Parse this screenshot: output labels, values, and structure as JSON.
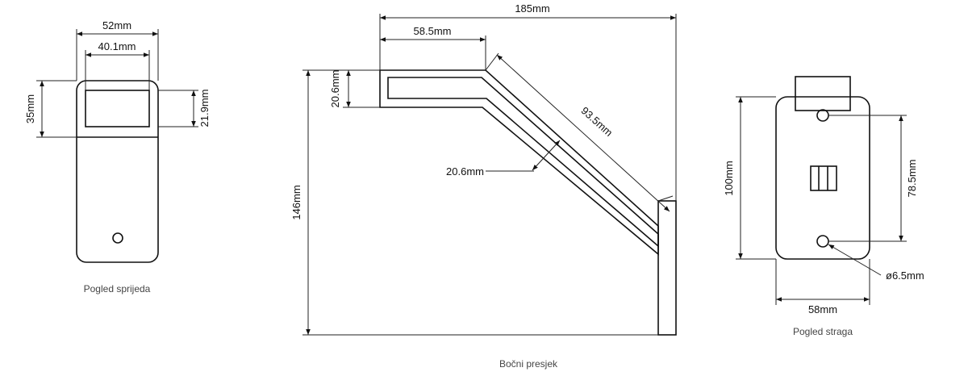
{
  "front": {
    "caption": "Pogled sprijeda",
    "width_label": "52mm",
    "window_width_label": "40.1mm",
    "height_label": "35mm",
    "window_height_label": "21.9mm"
  },
  "side": {
    "caption": "Bočni presjek",
    "total_width_label": "185mm",
    "top_length_label": "58.5mm",
    "arm_thickness_top_label": "20.6mm",
    "diagonal_length_label": "93.5mm",
    "arm_thickness_diag_label": "20.6mm",
    "height_label": "146mm"
  },
  "rear": {
    "caption": "Pogled straga",
    "height_label": "100mm",
    "hole_spacing_label": "78.5mm",
    "hole_diameter_label": "ø6.5mm",
    "width_label": "58mm"
  }
}
